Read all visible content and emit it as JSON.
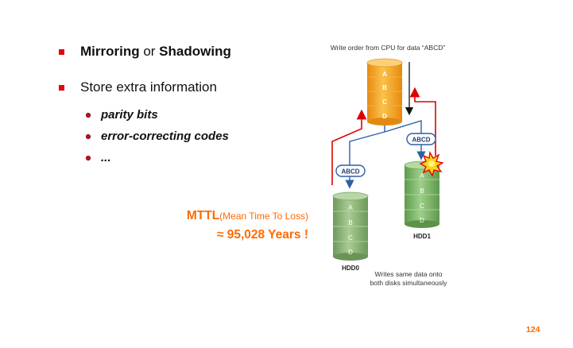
{
  "bullets": [
    {
      "parts": [
        "Mirroring",
        " or ",
        "Shadowing"
      ]
    },
    {
      "text": "Store extra information"
    }
  ],
  "sub_bullets": [
    "parity bits",
    "error-correcting codes",
    "..."
  ],
  "mttl": {
    "label": "MTTL",
    "paren": "(Mean Time To Loss)",
    "value": "≈ 95,028 Years !"
  },
  "diagram": {
    "caption_top": "Write order from CPU for data “ABCD”",
    "disk_letters": [
      "A",
      "B",
      "C",
      "D"
    ],
    "packet_label": "ABCD",
    "hdd0": "HDD0",
    "hdd1": "HDD1",
    "caption_bottom_1": "Writes same data onto",
    "caption_bottom_2": "both disks simultaneously",
    "colors": {
      "source": "#f7a823",
      "hdd0": "#8fb87a",
      "hdd1": "#7fb56b",
      "arrow_red": "#e00000",
      "line_blue": "#2f5fa5"
    }
  },
  "page_number": "124"
}
